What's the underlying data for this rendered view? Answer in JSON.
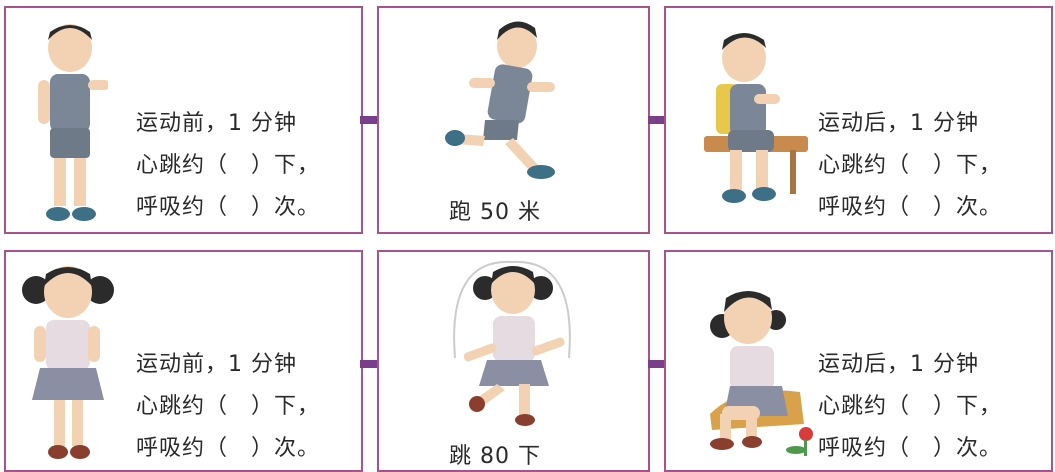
{
  "colors": {
    "border": "#a9528c",
    "arrow": "#7a3f8a"
  },
  "rows": [
    {
      "before": {
        "figure": "boy-standing-icon",
        "lines": [
          "运动前，1 分钟",
          "心跳约（　）下，",
          "呼吸约（　）次。"
        ]
      },
      "exercise": {
        "figure": "boy-running-icon",
        "caption": "跑 50 米"
      },
      "after": {
        "figure": "boy-sitting-icon",
        "lines": [
          "运动后，1 分钟",
          "心跳约（　）下，",
          "呼吸约（　）次。"
        ]
      }
    },
    {
      "before": {
        "figure": "girl-standing-icon",
        "lines": [
          "运动前，1 分钟",
          "心跳约（　）下，",
          "呼吸约（　）次。"
        ]
      },
      "exercise": {
        "figure": "girl-jumping-rope-icon",
        "caption": "跳 80 下"
      },
      "after": {
        "figure": "girl-sitting-icon",
        "lines": [
          "运动后，1 分钟",
          "心跳约（　）下，",
          "呼吸约（　）次。"
        ]
      }
    }
  ]
}
